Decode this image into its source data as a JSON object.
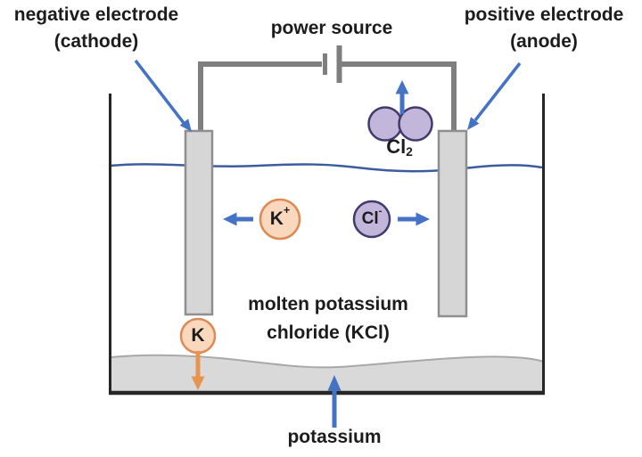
{
  "labels": {
    "negative_electrode": {
      "line1": "negative electrode",
      "line2": "(cathode)"
    },
    "power_source": "power source",
    "positive_electrode": {
      "line1": "positive electrode",
      "line2": "(anode)"
    },
    "electrolyte": {
      "line1": "molten potassium",
      "line2": "chloride (KCl)"
    },
    "product_bottom": "potassium"
  },
  "particles": {
    "chlorine_gas": {
      "symbol": "Cl",
      "subscript": "2"
    },
    "potassium_ion": {
      "symbol": "K",
      "superscript": "+"
    },
    "chloride_ion": {
      "symbol": "Cl",
      "superscript": "-"
    },
    "potassium_atom": {
      "symbol": "K"
    }
  },
  "colors": {
    "arrow_blue": "#4472c4",
    "arrow_orange": "#e8944e",
    "wire_gray": "#7f7f7f",
    "electrode_fill": "#d6d6d6",
    "electrode_border": "#8f8f8f",
    "potassium_fill": "#fad8bd",
    "potassium_border": "#dd8a55",
    "chlorine_fill": "#c2b6da",
    "chlorine_border": "#413a6b",
    "liquid_line": "#3c5c9e",
    "metal_layer_fill": "#d9d9d9",
    "metal_layer_edge": "#a8a8a8",
    "container_line": "#262626",
    "text": "#1c1c1c"
  }
}
